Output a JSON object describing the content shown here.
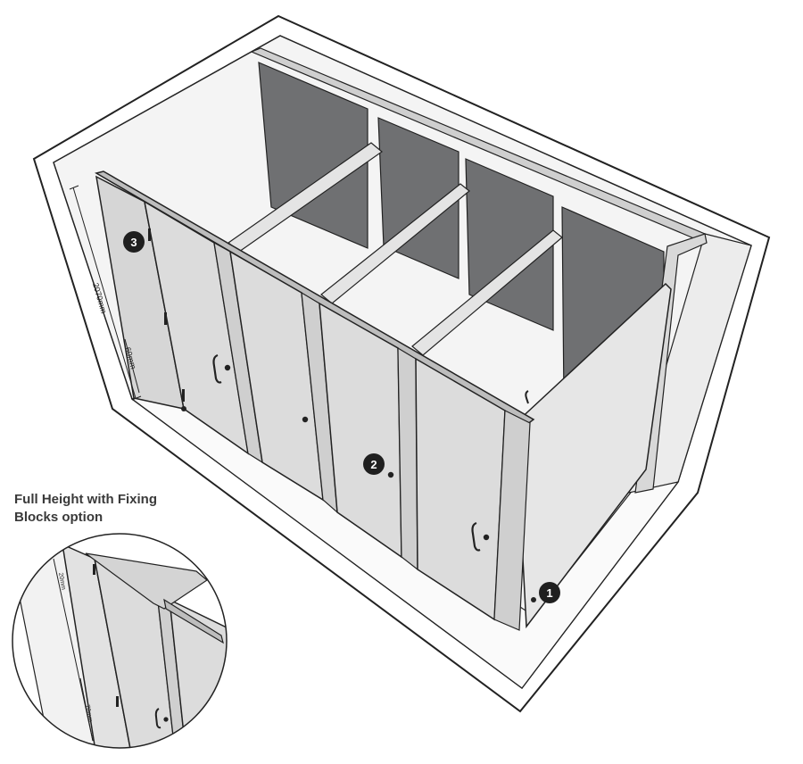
{
  "caption": {
    "line1": "Full Height with Fixing",
    "line2": "Blocks option"
  },
  "dimensions": {
    "overall_height": "2070mm",
    "gap_height": "60mm",
    "detail_top": "20mm",
    "detail_bottom": "70mm"
  },
  "callouts": {
    "one": "1",
    "two": "2",
    "three": "3"
  },
  "colors": {
    "outline": "#222222",
    "panel": "#dcdcdc",
    "panel_light": "#e6e6e6",
    "back_panel": "#6f7072",
    "wall": "#f2f2f2",
    "callout": "#1f1f1f"
  }
}
